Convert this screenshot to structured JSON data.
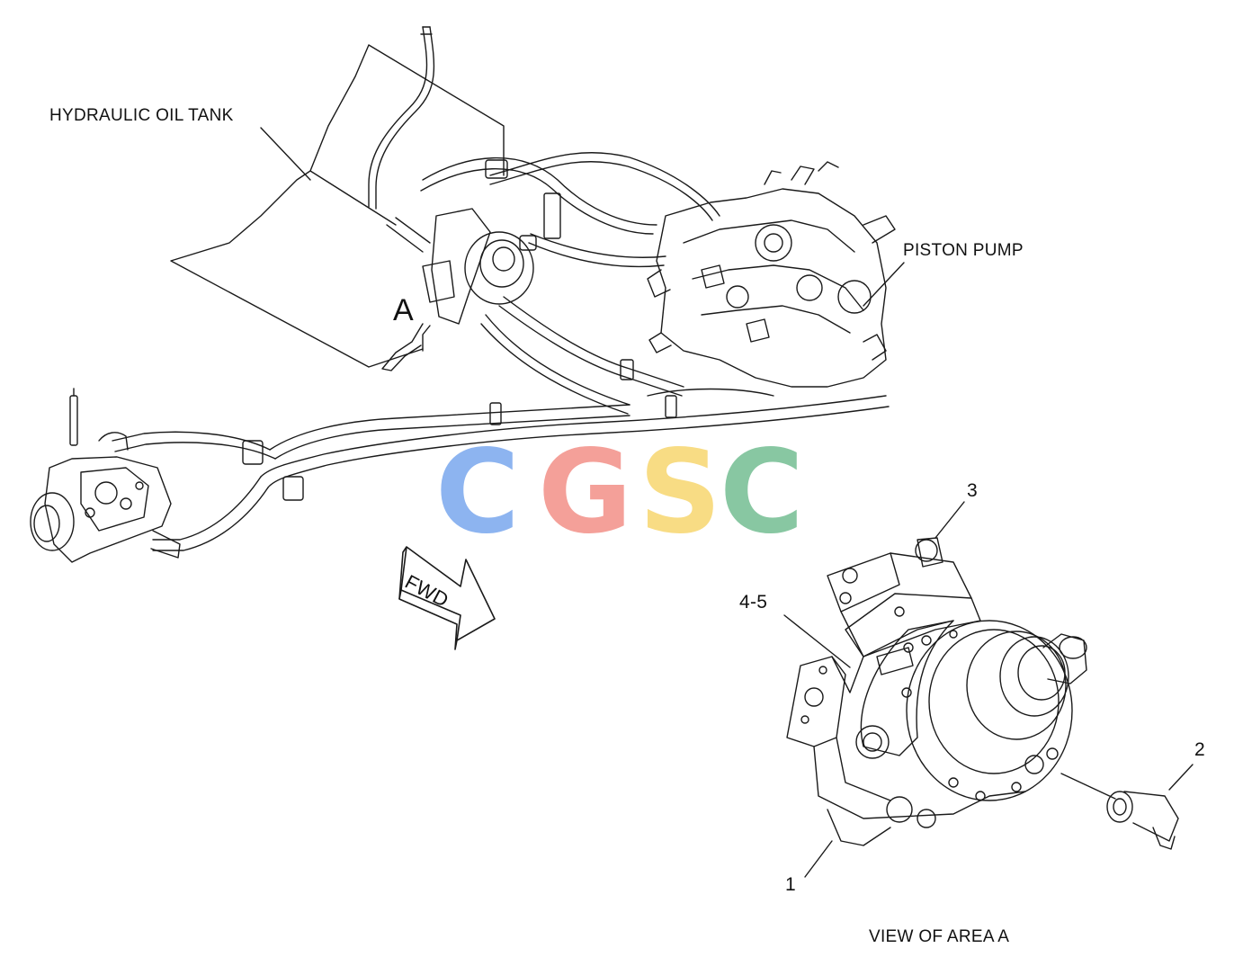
{
  "labels": {
    "hydraulic_oil_tank": "HYDRAULIC OIL TANK",
    "piston_pump": "PISTON PUMP",
    "area_marker": "A",
    "fwd": "FWD",
    "view_caption": "VIEW OF AREA A",
    "callout_1": "1",
    "callout_2": "2",
    "callout_3": "3",
    "callout_4_5": "4-5"
  },
  "watermark": {
    "letters": [
      "C",
      "G",
      "S",
      "C"
    ],
    "colors": [
      "#8db4f0",
      "#f4a099",
      "#f8dc84",
      "#88c7a2"
    ]
  },
  "colors": {
    "line": "#1a1a1a",
    "background": "#ffffff"
  },
  "icons": [
    "fwd-arrow-icon"
  ]
}
